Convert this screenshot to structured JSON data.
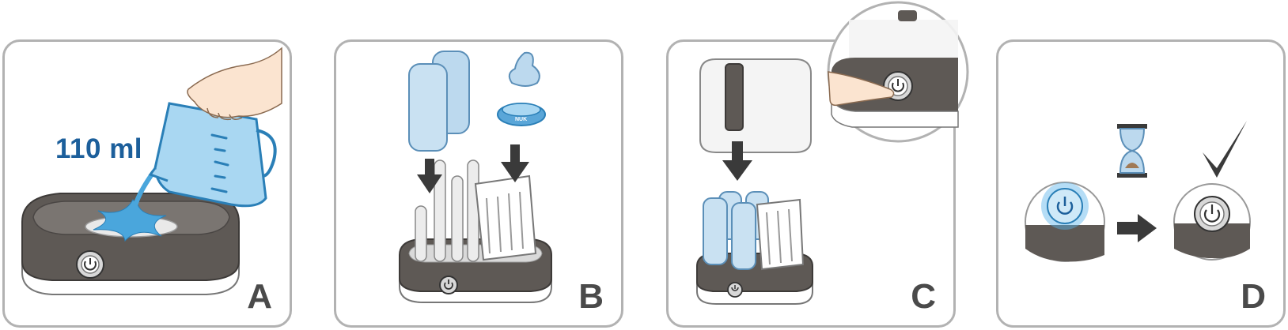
{
  "panels": [
    {
      "letter": "A",
      "volume_label": "110 ml"
    },
    {
      "letter": "B",
      "logo_text": "NUK"
    },
    {
      "letter": "C"
    },
    {
      "letter": "D"
    }
  ],
  "colors": {
    "panel_border": "#b2b2b2",
    "base_dark": "#5e5955",
    "water_blue": "#4aa6dc",
    "bottle_blue": "#bcd9ee",
    "accent_blue": "#1c5f9b",
    "arrow_dark": "#3a3a3a",
    "power_glow": "#5ab4ea"
  },
  "icons": [
    "power-icon",
    "hourglass-icon",
    "checkmark-icon",
    "arrow-down-icon",
    "arrow-right-icon",
    "hand-icon",
    "measuring-jug-icon"
  ]
}
